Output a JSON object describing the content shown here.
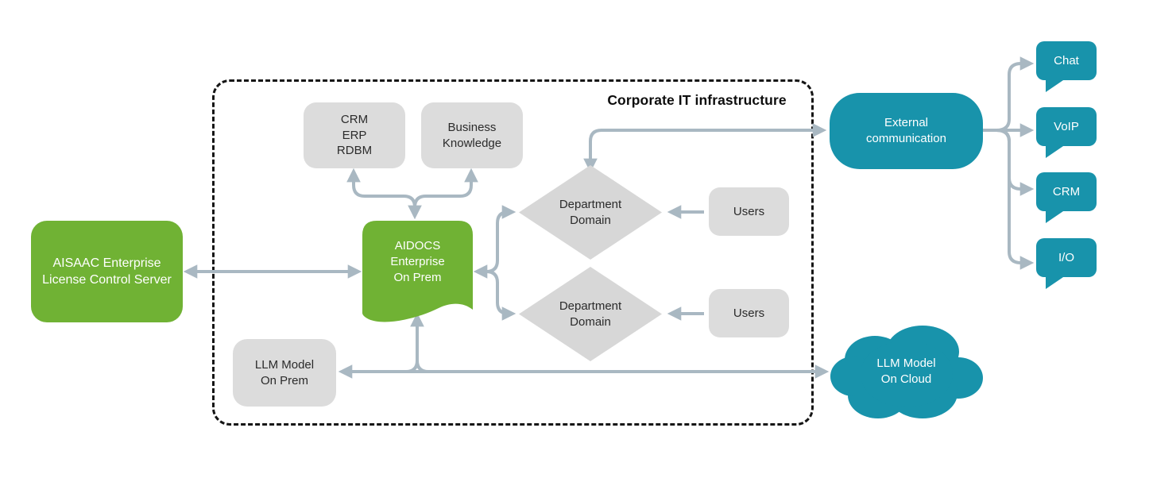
{
  "title": "Corporate IT infrastructure",
  "colors": {
    "green": "#70b234",
    "teal": "#1893ab",
    "gray_node": "#dcdcdc",
    "diamond_gray": "#d7d7d7",
    "arrow": "#a9b8c2",
    "boundary": "#151515",
    "label_dark": "#2b2b2b",
    "label_light": "#ffffff"
  },
  "nodes": {
    "license_server": "AISAAC Enterprise\nLicense Control Server",
    "crm_erp_rdbm": "CRM\nERP\nRDBM",
    "business_knowledge": "Business\nKnowledge",
    "aidocs": "AIDOCS\nEnterprise\nOn Prem",
    "department_domain_1": "Department\nDomain",
    "department_domain_2": "Department\nDomain",
    "users_1": "Users",
    "users_2": "Users",
    "llm_on_prem": "LLM Model\nOn Prem",
    "external_communication": "External\ncommunication",
    "chat": "Chat",
    "voip": "VoIP",
    "crm": "CRM",
    "io": "I/O",
    "llm_on_cloud": "LLM Model\nOn Cloud"
  }
}
